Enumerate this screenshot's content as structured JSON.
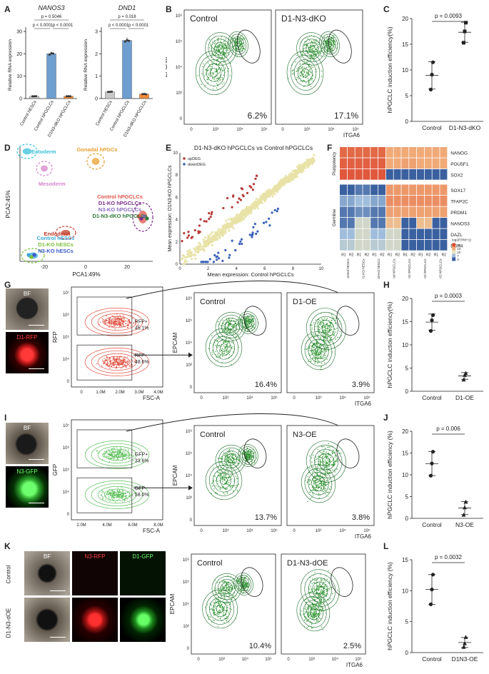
{
  "panels": {
    "A": {
      "letter": "A",
      "charts": [
        {
          "title": "NANOS3",
          "ylabel": "Relative RNA expression",
          "yticks": [
            "0",
            "10",
            "20",
            "30"
          ],
          "categories": [
            "Control hESCs",
            "Control hPGCLCs",
            "D1N3-dKO hPGCLCs"
          ],
          "pvals": [
            "p = 0.5046",
            "p < 0.0001",
            "p < 0.0001"
          ]
        },
        {
          "title": "DND1",
          "ylabel": "Relative RNA expression",
          "yticks": [
            "0",
            "1",
            "2",
            "3"
          ],
          "categories": [
            "Control hESCs",
            "Control hPGCLCs",
            "D1N3-dKO hPGCLCs"
          ],
          "pvals": [
            "p = 0.018",
            "p < 0.0001",
            "p < 0.0001"
          ]
        }
      ]
    },
    "B": {
      "letter": "B",
      "ylabel": "EPCAM",
      "xlabel": "ITGA6",
      "plots": [
        {
          "label": "Control",
          "pct": "6.2%"
        },
        {
          "label": "D1-N3-dKO",
          "pct": "17.1%"
        }
      ]
    },
    "C": {
      "letter": "C",
      "ylabel": "hPGCLC induction efficiency(%)",
      "pval": "p = 0.0093",
      "yticks": [
        "0",
        "5",
        "10",
        "15",
        "20"
      ],
      "categories": [
        "Control",
        "D1-N3-dKO"
      ]
    },
    "D": {
      "letter": "D",
      "xlabel": "PCA1:49%",
      "ylabel": "PCA2:45%",
      "xticks": [
        "-20",
        "0",
        "20"
      ],
      "clusters": [
        {
          "lines": [
            "Ectoderm"
          ],
          "color": "#3cc0d8"
        },
        {
          "lines": [
            "Mesoderm"
          ],
          "color": "#d783c8"
        },
        {
          "lines": [
            "Gonadal hPGCs"
          ],
          "color": "#e8a030"
        },
        {
          "lines": [
            "Control hPGCLCs",
            "D1-KO hPGCLCs",
            "N3-KO hPGCLCs",
            "D1-N3-dKO hPGCLCs"
          ],
          "colors": [
            "#e0534a",
            "#7a2a8c",
            "#8a6ac0",
            "#2f7a3a"
          ]
        },
        {
          "lines": [
            "Endoderm"
          ],
          "color": "#c23b2a"
        },
        {
          "lines": [
            "Control hESCs",
            "D1-KO hESCs",
            "N3-KO hESCs"
          ],
          "colors": [
            "#3aa8d8",
            "#7bbf3a",
            "#3a5ac8"
          ]
        }
      ]
    },
    "E": {
      "letter": "E",
      "title": "D1-N3-dKO hPGCLCs vs Control hPGCLCs",
      "xlabel": "Mean expression: Control hPGCLCs",
      "ylabel": "Mean expression: D1N3-KO hPGCLCs",
      "legend": [
        "upDEG",
        "downDEG"
      ],
      "ticks": [
        "0",
        "2",
        "4",
        "6",
        "8",
        "10"
      ]
    },
    "F": {
      "letter": "F",
      "groups": [
        "Pluripotency",
        "Germline"
      ],
      "genes": [
        "NANOG",
        "POU5F1",
        "SOX2",
        "SOX17",
        "TFAP2C",
        "PRDM1",
        "NANOS3",
        "DAZL",
        "DDX4"
      ],
      "samples": [
        "Control hESCs",
        "D1-KO hESCs",
        "N3-KO hESCs",
        "Control hPGCLCs",
        "D1-KO hPGCLCs",
        "N3-KO hPGCLCs",
        "D1N3-dKO hPGCLCs"
      ],
      "reps": [
        "R1",
        "R2"
      ],
      "legend_title": "log2(TPM+1)",
      "legend_ticks": [
        "23",
        "13",
        "10",
        "7",
        "3"
      ]
    },
    "G": {
      "letter": "G",
      "micro": [
        {
          "label": "BF",
          "type": "bf"
        },
        {
          "label": "D1-RFP",
          "type": "red"
        }
      ],
      "sort": {
        "ylabel": "RFP",
        "xlabel": "FSC-A",
        "gate_pos": "RFP+",
        "pct_pos": "45.1%",
        "gate_neg": "RFP-",
        "pct_neg": "48.6%",
        "xticks": [
          "0",
          "1.0M",
          "2.0M",
          "3.0M",
          "4.0M"
        ],
        "color": "#e05040"
      },
      "flow": [
        {
          "label": "Control",
          "pct": "16.4%"
        },
        {
          "label": "D1-OE",
          "pct": "3.9%"
        }
      ]
    },
    "H": {
      "letter": "H",
      "ylabel": "hPGCLC induction efficiency(%)",
      "pval": "p = 0.0003",
      "yticks": [
        "0",
        "5",
        "10",
        "15",
        "20"
      ],
      "categories": [
        "Control",
        "D1-OE"
      ]
    },
    "I": {
      "letter": "I",
      "micro": [
        {
          "label": "BF",
          "type": "bf"
        },
        {
          "label": "N3-GFP",
          "type": "green"
        }
      ],
      "sort": {
        "ylabel": "GFP",
        "xlabel": "FSC-A",
        "gate_pos": "GFP+",
        "pct_pos": "33.6%",
        "gate_neg": "GFP-",
        "pct_neg": "58.0%",
        "xticks": [
          "2.0M",
          "4.0M",
          "6.0M",
          "8.0M"
        ],
        "color": "#5cc05a"
      },
      "flow": [
        {
          "label": "Control",
          "pct": "13.7%"
        },
        {
          "label": "N3-OE",
          "pct": "3.8%"
        }
      ]
    },
    "J": {
      "letter": "J",
      "ylabel": "hPGCLC induction efficiency (%)",
      "pval": "p = 0.006",
      "yticks": [
        "0",
        "5",
        "10",
        "15",
        "20"
      ],
      "categories": [
        "Control",
        "N3-OE"
      ]
    },
    "K": {
      "letter": "K",
      "cols": [
        "BF",
        "N3-RFP",
        "D1-GFP"
      ],
      "rows": [
        "Control",
        "D1-N3-dOE"
      ],
      "flow": [
        {
          "label": "Control",
          "pct": "10.4%"
        },
        {
          "label": "D1-N3-dOE",
          "pct": "2.5%"
        }
      ]
    },
    "L": {
      "letter": "L",
      "ylabel": "hPGCLC induction efficiency (%)",
      "pval": "p = 0.0032",
      "yticks": [
        "0",
        "5",
        "10",
        "15"
      ],
      "categories": [
        "Control",
        "D1N3-OE"
      ]
    }
  },
  "flow_axes": {
    "ylabel": "EPCAM",
    "xlabel": "ITGA6"
  },
  "chart_data": [
    {
      "type": "bar",
      "title": "NANOS3",
      "ylabel": "Relative RNA expression",
      "categories": [
        "Control hESCs",
        "Control hPGCLCs",
        "D1N3-dKO hPGCLCs"
      ],
      "values": [
        1,
        20,
        1
      ],
      "ylim": [
        0,
        30
      ],
      "colors": [
        "#c8c8c8",
        "#6f9fd0",
        "#f08c3a"
      ]
    },
    {
      "type": "bar",
      "title": "DND1",
      "ylabel": "Relative RNA expression",
      "categories": [
        "Control hESCs",
        "Control hPGCLCs",
        "D1N3-dKO hPGCLCs"
      ],
      "values": [
        0.3,
        2.6,
        0.2
      ],
      "ylim": [
        0,
        3
      ],
      "colors": [
        "#c8c8c8",
        "#6f9fd0",
        "#f08c3a"
      ]
    },
    {
      "type": "scatter",
      "ylabel": "hPGCLC induction efficiency(%)",
      "categories": [
        "Control",
        "D1-N3-dKO"
      ],
      "series": [
        {
          "values": [
            [
              6.2,
              9.1,
              11.5
            ],
            [
              15.3,
              17.5,
              19.2
            ]
          ]
        }
      ],
      "ylim": [
        0,
        20
      ]
    },
    {
      "type": "scatter",
      "ylabel": "hPGCLC induction efficiency(%)",
      "categories": [
        "Control",
        "D1-OE"
      ],
      "series": [
        {
          "values": [
            [
              13.0,
              15.3,
              16.4
            ],
            [
              2.5,
              3.5,
              3.9
            ]
          ]
        }
      ],
      "ylim": [
        0,
        20
      ]
    },
    {
      "type": "scatter",
      "ylabel": "hPGCLC induction efficiency (%)",
      "categories": [
        "Control",
        "N3-OE"
      ],
      "series": [
        {
          "values": [
            [
              9.8,
              12.6,
              15.3
            ],
            [
              0.8,
              2.5,
              3.8
            ]
          ]
        }
      ],
      "ylim": [
        0,
        20
      ]
    },
    {
      "type": "scatter",
      "ylabel": "hPGCLC induction efficiency (%)",
      "categories": [
        "Control",
        "D1N3-OE"
      ],
      "series": [
        {
          "values": [
            [
              7.8,
              10.2,
              12.6
            ],
            [
              0.9,
              1.5,
              2.5
            ]
          ]
        }
      ],
      "ylim": [
        0,
        15
      ]
    },
    {
      "type": "heatmap",
      "rows": [
        "NANOG",
        "POU5F1",
        "SOX2",
        "SOX17",
        "TFAP2C",
        "PRDM1",
        "NANOS3",
        "DAZL",
        "DDX4"
      ],
      "values": [
        [
          20,
          20,
          20,
          20,
          20,
          20,
          13,
          13,
          13,
          13,
          13,
          13,
          13,
          13
        ],
        [
          21,
          21,
          21,
          21,
          21,
          21,
          13,
          13,
          14,
          14,
          13,
          13,
          13,
          13
        ],
        [
          22,
          22,
          22,
          22,
          22,
          22,
          3,
          3,
          3,
          3,
          3,
          3,
          3,
          3
        ],
        [
          3,
          3,
          4,
          4,
          3,
          3,
          15,
          15,
          15,
          15,
          15,
          15,
          15,
          15
        ],
        [
          6,
          6,
          7,
          7,
          6,
          6,
          16,
          16,
          16,
          16,
          16,
          16,
          16,
          16
        ],
        [
          4,
          4,
          5,
          5,
          4,
          4,
          14,
          14,
          14,
          14,
          14,
          14,
          14,
          14
        ],
        [
          4,
          4,
          9,
          9,
          4,
          4,
          12,
          12,
          3,
          3,
          12,
          12,
          3,
          3
        ],
        [
          7,
          7,
          9,
          9,
          7,
          7,
          9,
          9,
          3,
          3,
          3,
          3,
          3,
          3
        ],
        [
          8,
          8,
          9,
          9,
          8,
          8,
          9,
          9,
          3,
          3,
          3,
          3,
          3,
          3
        ]
      ],
      "legend_ticks": [
        23,
        13,
        10,
        7,
        3
      ]
    }
  ]
}
